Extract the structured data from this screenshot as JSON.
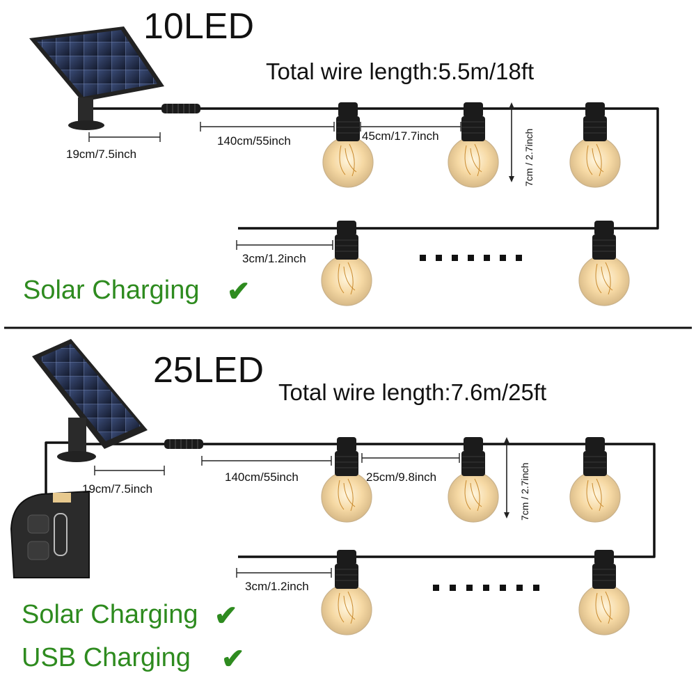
{
  "colors": {
    "text": "#111111",
    "charging": "#2e8b1f",
    "wire": "#111111",
    "bulb_glow": "#f6d9a4",
    "socket": "#1b1b1b",
    "panel": "#1f2a44"
  },
  "icons": {
    "check": "✔",
    "panel": "solar-panel-icon",
    "bulb": "bulb-icon",
    "usb_port": "usb-port-icon"
  },
  "section_10led": {
    "title": "10LED",
    "total_wire": "Total wire length:5.5m/18ft",
    "stake_length": "19cm/7.5inch",
    "lead_length": "140cm/55inch",
    "bulb_spacing": "45cm/17.7inch",
    "bulb_height": "7cm / 2.7inch",
    "end_length": "3cm/1.2inch",
    "charging": [
      "Solar Charging"
    ]
  },
  "section_25led": {
    "title": "25LED",
    "total_wire": "Total wire length:7.6m/25ft",
    "stake_length": "19cm/7.5inch",
    "lead_length": "140cm/55inch",
    "bulb_spacing": "25cm/9.8inch",
    "bulb_height": "7cm / 2.7inch",
    "end_length": "3cm/1.2inch",
    "charging": [
      "Solar Charging",
      "USB Charging"
    ]
  }
}
